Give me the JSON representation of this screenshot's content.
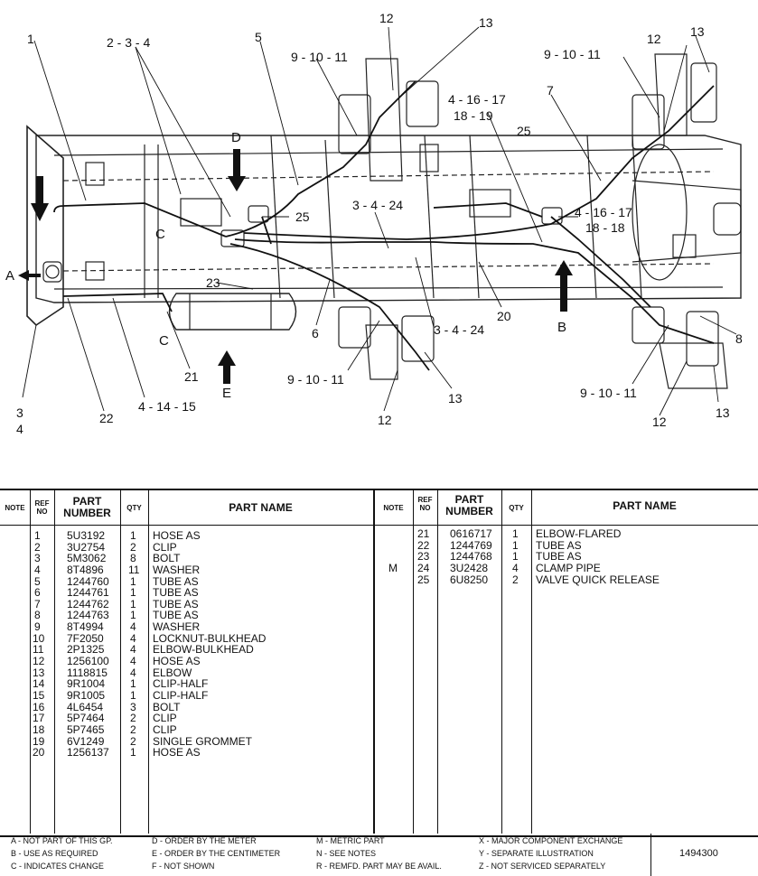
{
  "callouts": {
    "c1": "1",
    "c2_3_4": "2 - 3 - 4",
    "c5": "5",
    "c9_10_11_a": "9 - 10 - 11",
    "c12_a": "12",
    "c13_a": "13",
    "c4_16_17_a": "4 - 16 - 17",
    "c18_19": "18 - 19",
    "c7": "7",
    "c25_a": "25",
    "c12_b": "12",
    "c13_b": "13",
    "c9_10_11_b": "9 - 10 - 11",
    "c25_b": "25",
    "c3_4_24_a": "3 - 4 - 24",
    "c4_16_17_b": "4 - 16 - 17",
    "c18_18": "18 - 18",
    "c23": "23",
    "c20": "20",
    "c6": "6",
    "c3_4_24_b": "3 - 4 - 24",
    "c8": "8",
    "c9_10_11_c": "9 - 10 - 11",
    "c13_c": "13",
    "c12_c": "12",
    "c21": "21",
    "c4_14_15": "4 - 14 - 15",
    "c22": "22",
    "c3": "3",
    "c4": "4",
    "c9_10_11_d": "9 - 10 - 11",
    "c12_d": "12",
    "c13_d": "13",
    "view_a": "A",
    "view_b": "B",
    "view_d": "D",
    "view_e": "E",
    "view_c1": "C",
    "view_c2": "C"
  },
  "table": {
    "headers": {
      "note": "NOTE",
      "ref_no": "REF\nNO",
      "part_number": "PART\nNUMBER",
      "qty": "QTY",
      "part_name": "PART NAME"
    },
    "left_rows": [
      {
        "ref": "1",
        "part": "5U3192",
        "qty": "1",
        "name": "HOSE AS"
      },
      {
        "ref": "2",
        "part": "3U2754",
        "qty": "2",
        "name": "CLIP"
      },
      {
        "ref": "3",
        "part": "5M3062",
        "qty": "8",
        "name": "BOLT"
      },
      {
        "ref": "4",
        "part": "8T4896",
        "qty": "11",
        "name": "WASHER"
      },
      {
        "ref": "5",
        "part": "1244760",
        "qty": "1",
        "name": "TUBE AS"
      },
      {
        "ref": "6",
        "part": "1244761",
        "qty": "1",
        "name": "TUBE AS"
      },
      {
        "ref": "7",
        "part": "1244762",
        "qty": "1",
        "name": "TUBE AS"
      },
      {
        "ref": "8",
        "part": "1244763",
        "qty": "1",
        "name": "TUBE AS"
      },
      {
        "ref": "9",
        "part": "8T4994",
        "qty": "4",
        "name": "WASHER"
      },
      {
        "ref": "10",
        "part": "7F2050",
        "qty": "4",
        "name": "LOCKNUT-BULKHEAD"
      },
      {
        "ref": "11",
        "part": "2P1325",
        "qty": "4",
        "name": "ELBOW-BULKHEAD"
      },
      {
        "ref": "12",
        "part": "1256100",
        "qty": "4",
        "name": "HOSE AS"
      },
      {
        "ref": "13",
        "part": "1118815",
        "qty": "4",
        "name": "ELBOW"
      },
      {
        "ref": "14",
        "part": "9R1004",
        "qty": "1",
        "name": "CLIP-HALF"
      },
      {
        "ref": "15",
        "part": "9R1005",
        "qty": "1",
        "name": "CLIP-HALF"
      },
      {
        "ref": "16",
        "part": "4L6454",
        "qty": "3",
        "name": "BOLT"
      },
      {
        "ref": "17",
        "part": "5P7464",
        "qty": "2",
        "name": "CLIP"
      },
      {
        "ref": "18",
        "part": "5P7465",
        "qty": "2",
        "name": "CLIP"
      },
      {
        "ref": "19",
        "part": "6V1249",
        "qty": "2",
        "name": "SINGLE GROMMET"
      },
      {
        "ref": "20",
        "part": "1256137",
        "qty": "1",
        "name": "HOSE AS"
      }
    ],
    "right_rows": [
      {
        "note": "",
        "ref": "21",
        "part": "0616717",
        "qty": "1",
        "name": "ELBOW-FLARED"
      },
      {
        "note": "",
        "ref": "22",
        "part": "1244769",
        "qty": "1",
        "name": "TUBE AS"
      },
      {
        "note": "",
        "ref": "23",
        "part": "1244768",
        "qty": "1",
        "name": "TUBE AS"
      },
      {
        "note": "M",
        "ref": "24",
        "part": "3U2428",
        "qty": "4",
        "name": "CLAMP PIPE"
      },
      {
        "note": "",
        "ref": "25",
        "part": "6U8250",
        "qty": "2",
        "name": "VALVE QUICK RELEASE"
      }
    ]
  },
  "legend": {
    "a": "A - NOT PART OF THIS GP.",
    "b": "B - USE AS REQUIRED",
    "c": "C - INDICATES CHANGE",
    "d": "D - ORDER BY THE METER",
    "e": "E - ORDER BY THE CENTIMETER",
    "f": "F - NOT SHOWN",
    "m": "M - METRIC PART",
    "n": "N - SEE NOTES",
    "r": "R - REMFD. PART MAY BE AVAIL.",
    "x": "X - MAJOR COMPONENT EXCHANGE",
    "y": "Y - SEPARATE ILLUSTRATION",
    "z": "Z - NOT SERVICED SEPARATELY",
    "doc_number": "1494300"
  }
}
